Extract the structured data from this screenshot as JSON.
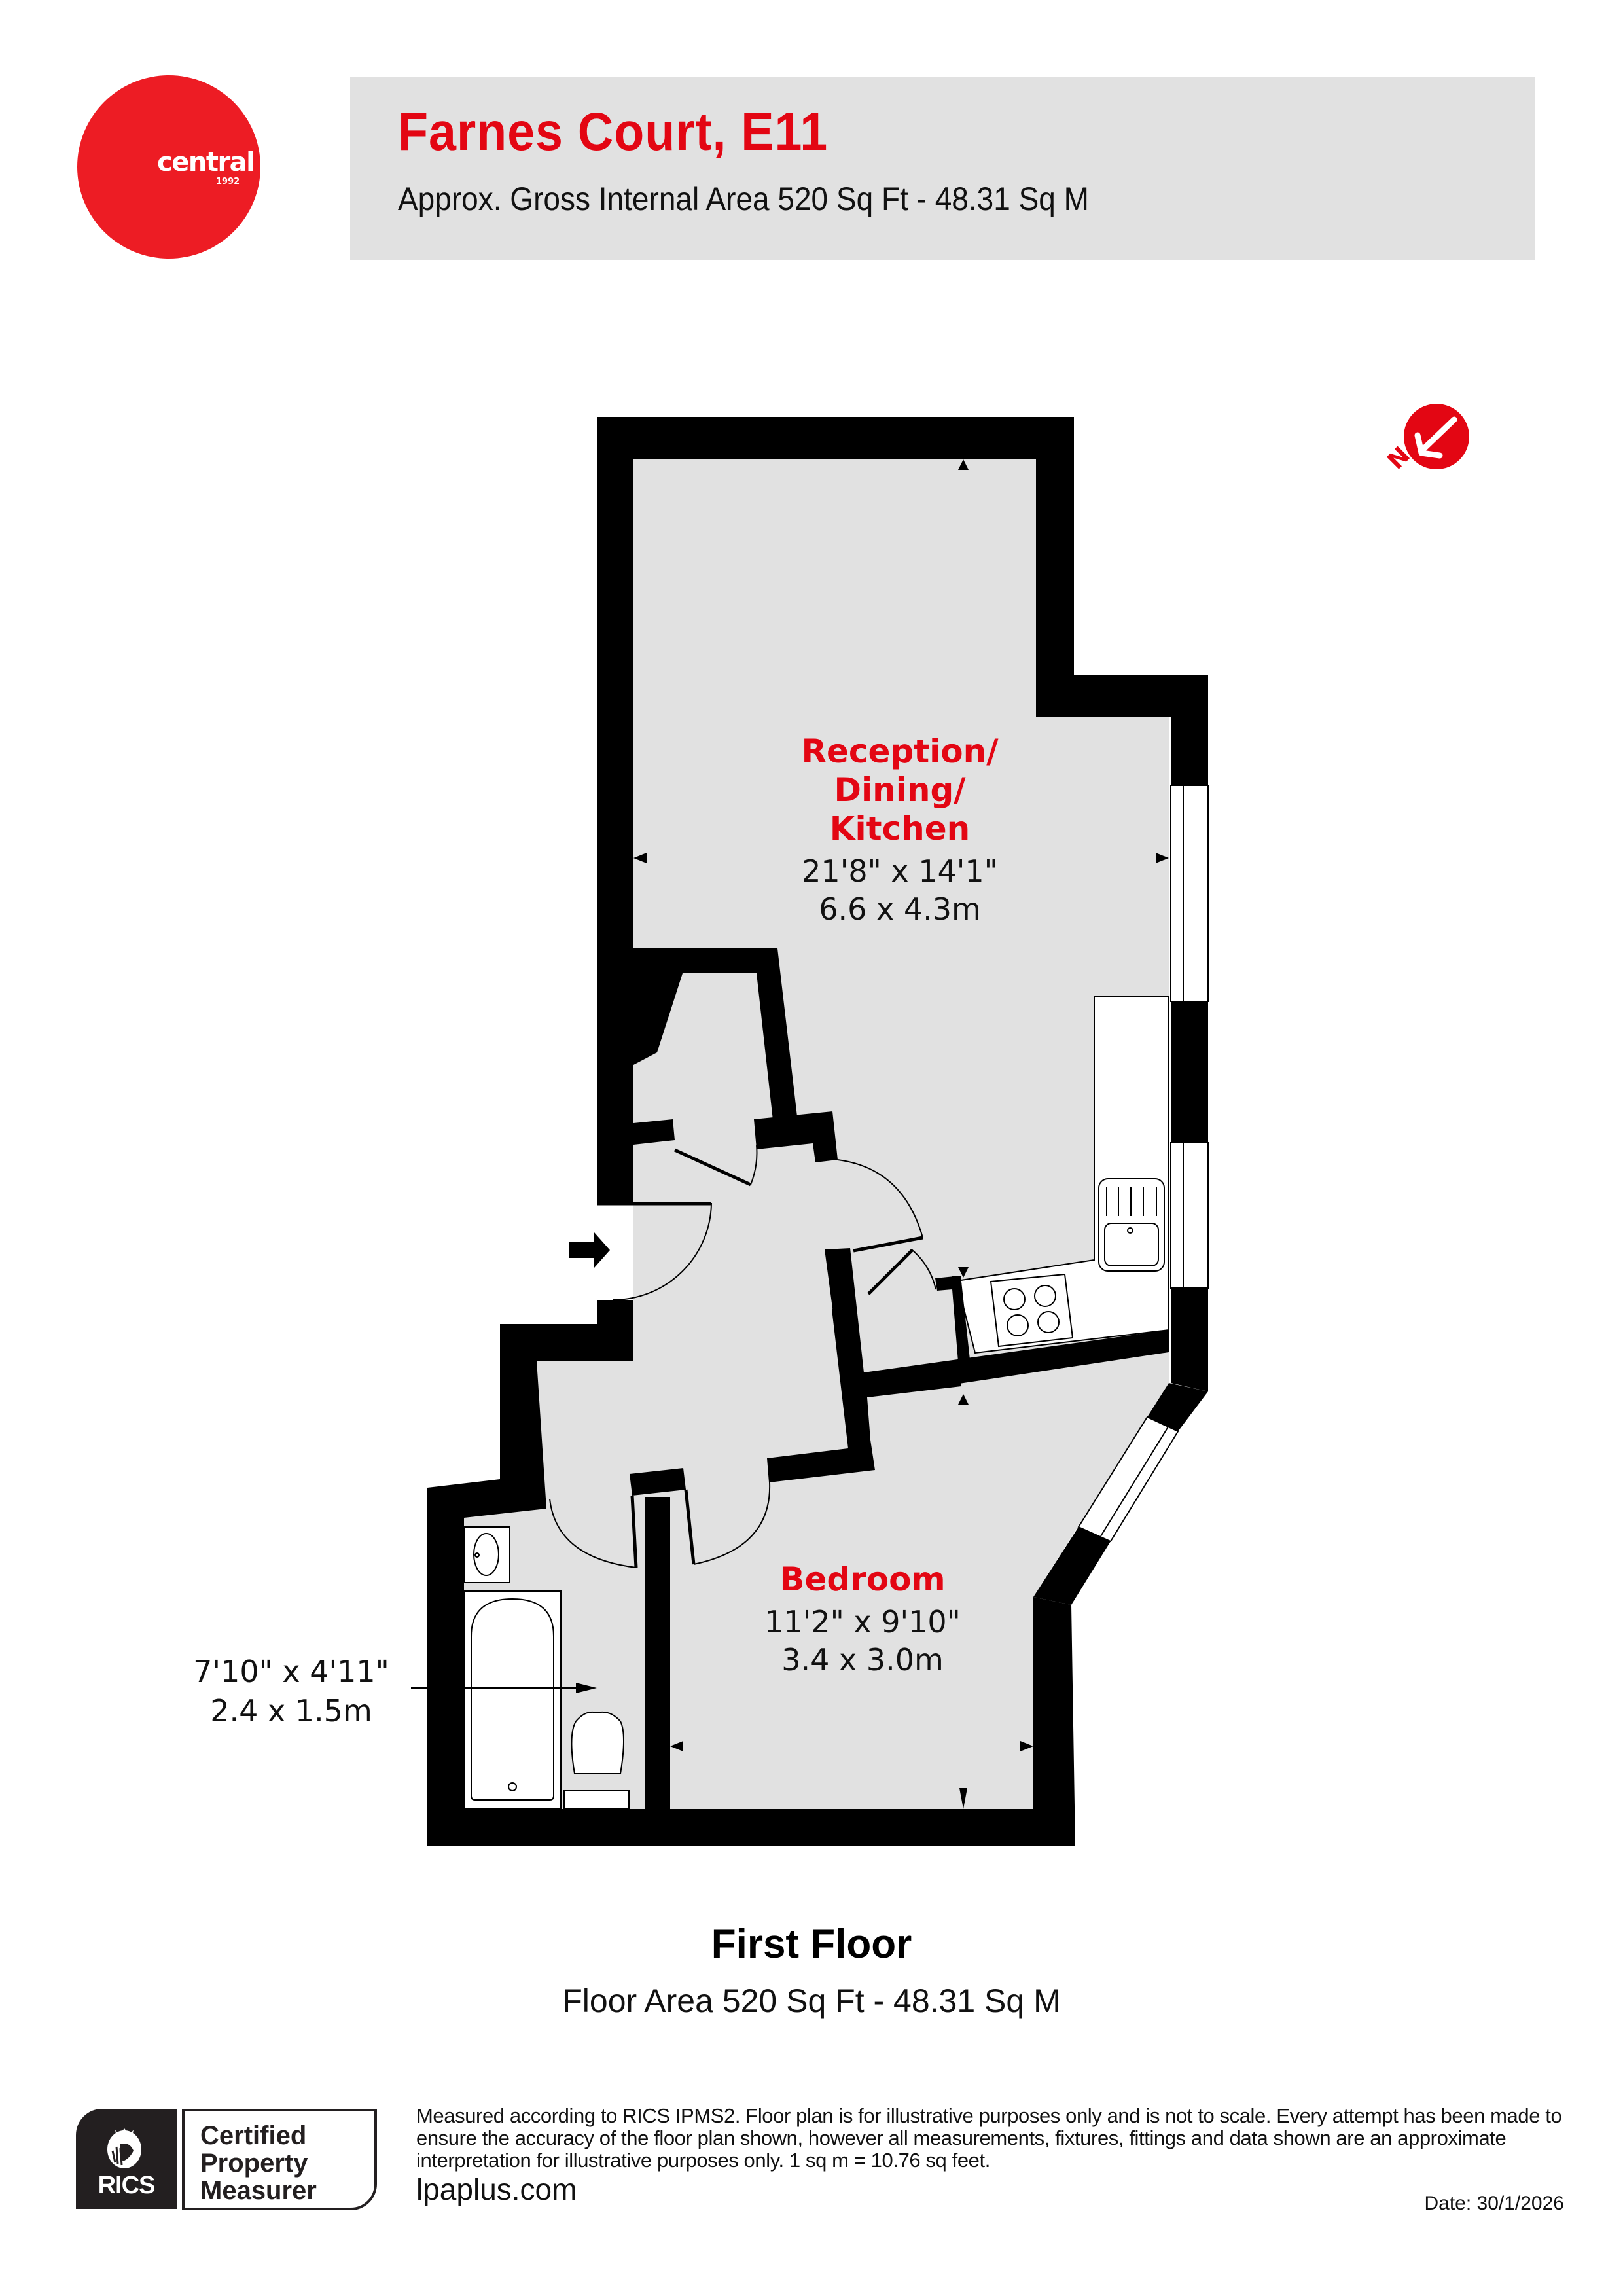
{
  "brand": {
    "logo_text": "central",
    "logo_year": "1992",
    "accent_color": "#E30613",
    "logo_color": "#ED1C24"
  },
  "header": {
    "title": "Farnes Court, E11",
    "subtitle": "Approx. Gross Internal Area 520 Sq Ft - 48.31 Sq M",
    "background": "#E1E1E1"
  },
  "compass": {
    "icon": "north-arrow-icon",
    "label": "N"
  },
  "rooms": [
    {
      "name_lines": [
        "Reception/",
        "Dining/",
        "Kitchen"
      ],
      "imperial": "21'8\" x 14'1\"",
      "metric": "6.6 x 4.3m"
    },
    {
      "name_lines": [
        "Bedroom"
      ],
      "imperial": "11'2\" x 9'10\"",
      "metric": "3.4 x 3.0m"
    },
    {
      "name_lines": [],
      "imperial": "7'10\" x 4'11\"",
      "metric": "2.4 x 1.5m"
    }
  ],
  "floor": {
    "title": "First Floor",
    "area": "Floor Area 520 Sq Ft - 48.31 Sq M"
  },
  "footer": {
    "rics_label": "RICS",
    "badge_lines": [
      "Certified",
      "Property",
      "Measurer"
    ],
    "disclaimer": "Measured according to RICS IPMS2. Floor plan is for illustrative purposes only and is not to scale. Every attempt has been made to ensure the accuracy of the floor plan shown, however all measurements, fixtures, fittings and data shown are an approximate interpretation for illustrative purposes only. 1 sq m = 10.76 sq feet.",
    "website": "lpaplus.com",
    "date": "Date: 30/1/2026"
  }
}
